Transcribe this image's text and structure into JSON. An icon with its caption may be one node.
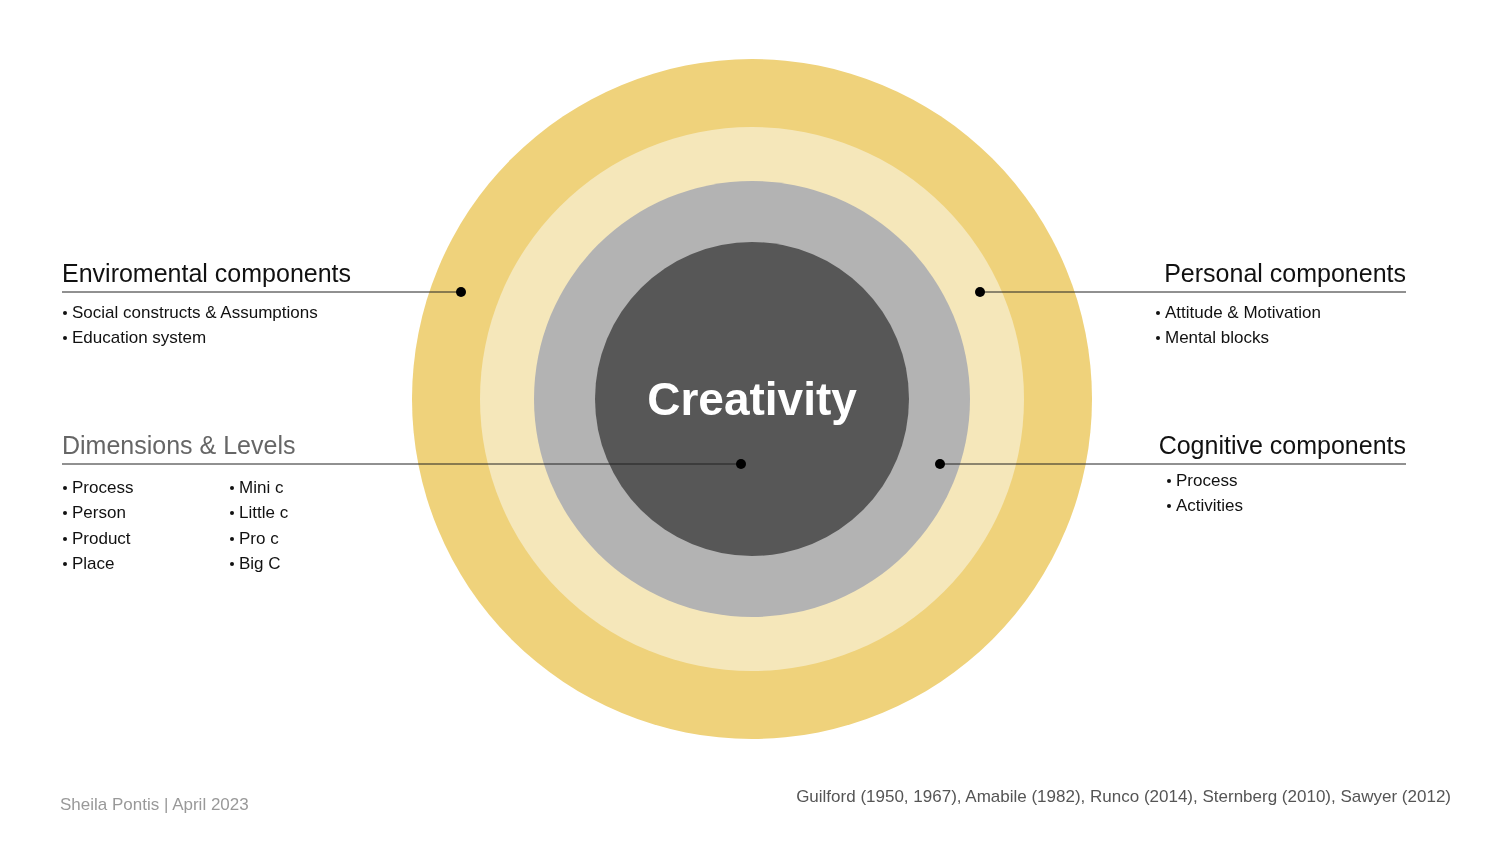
{
  "diagram": {
    "nodes": [
      {
        "text": [],
        "shape": "circle"
      },
      {
        "text": [],
        "shape": "circle",
        "in": 0
      },
      {
        "text": [],
        "shape": "circle",
        "in": 1
      },
      {
        "text": [
          "Creativity"
        ],
        "in": 2
      },
      {
        "text": [
          "Enviromental components",
          "Social constructs & Assumptions",
          "Education system"
        ]
      },
      {
        "text": [
          "Personal components",
          "Attitude & Motivation",
          "Mental blocks"
        ]
      },
      {
        "text": [
          "Dimensions & Levels",
          "Process",
          "Person",
          "Product",
          "Place",
          "Mini c",
          "Little c",
          "Pro c",
          "Big C"
        ]
      },
      {
        "text": [
          "Cognitive components",
          "Process",
          "Activities"
        ]
      }
    ],
    "edges": [
      {
        "from": 4,
        "to": 0,
        "arrow": "other"
      },
      {
        "from": 5,
        "to": 1,
        "arrow": "other"
      },
      {
        "from": 6,
        "to": 3,
        "arrow": "other"
      },
      {
        "from": 7,
        "to": 2,
        "arrow": "other"
      }
    ],
    "labels": [
      "Sheila Pontis | April 2023",
      "Guilford (1950, 1967), Amabile (1982), Runco (2014), Sternberg (2010), Sawyer (2012)"
    ]
  }
}
